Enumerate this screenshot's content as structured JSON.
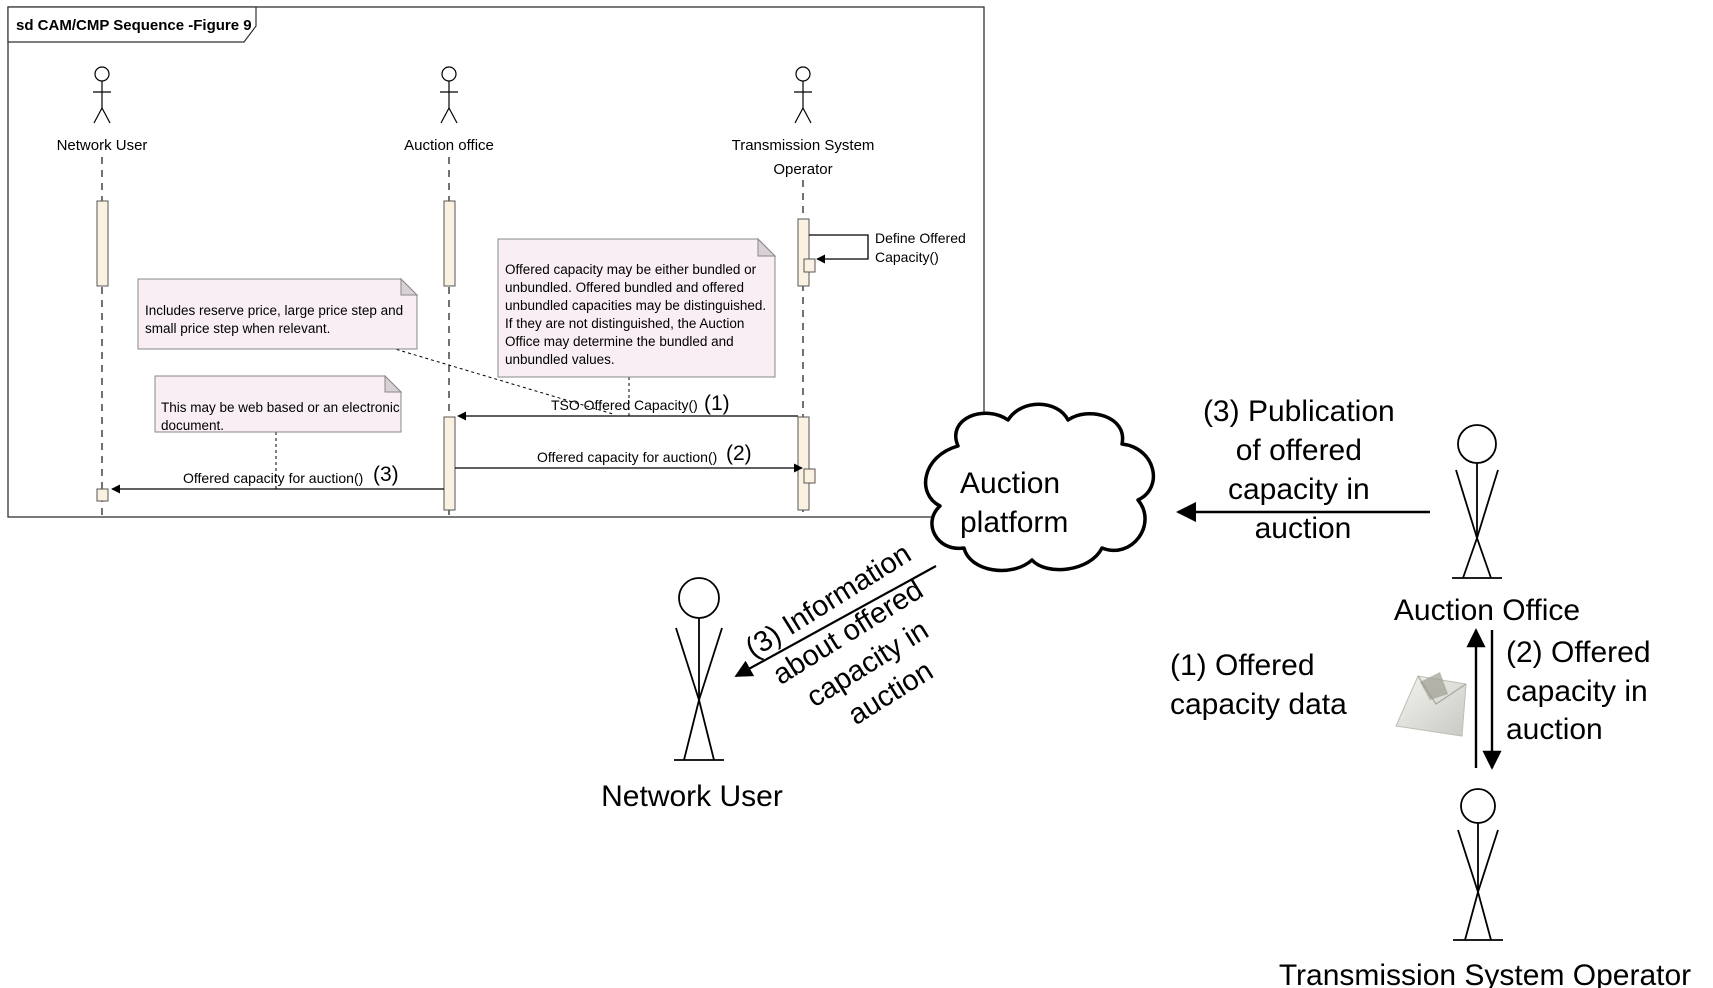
{
  "frame": {
    "title": "sd CAM/CMP Sequence -Figure 9"
  },
  "sequence": {
    "lifelines": {
      "network_user": "Network User",
      "auction_office": "Auction office",
      "tso_line1": "Transmission System",
      "tso_line2": "Operator"
    },
    "self_message": {
      "line1": "Define Offered",
      "line2": "Capacity()"
    },
    "messages": {
      "m1": "TSO Offered Capacity()",
      "m1_num": "(1)",
      "m2": "Offered capacity for auction()",
      "m2_num": "(2)",
      "m3": "Offered capacity for auction()",
      "m3_num": "(3)"
    },
    "notes": {
      "reserve": [
        "Includes reserve price, large price step and",
        "small price step when relevant."
      ],
      "bundled": [
        "Offered capacity may be either bundled or",
        "unbundled. Offered bundled and offered",
        "unbundled capacities may be distinguished.",
        "If they are not distinguished, the Auction",
        "Office may determine the bundled and",
        "unbundled values."
      ],
      "web": [
        "This may be web based or an electronic",
        "document."
      ]
    }
  },
  "overview": {
    "cloud": [
      "Auction",
      "platform"
    ],
    "publication": [
      "(3) Publication",
      "of offered",
      "capacity in",
      "auction"
    ],
    "information": [
      "(3) Information",
      "about offered",
      "capacity in",
      "auction"
    ],
    "offered_data": [
      "(1) Offered",
      "capacity data"
    ],
    "offered_auction": [
      "(2) Offered",
      "capacity in",
      "auction"
    ],
    "actors": {
      "network_user": "Network User",
      "auction_office": "Auction Office",
      "tso": "Transmission System Operator"
    }
  }
}
